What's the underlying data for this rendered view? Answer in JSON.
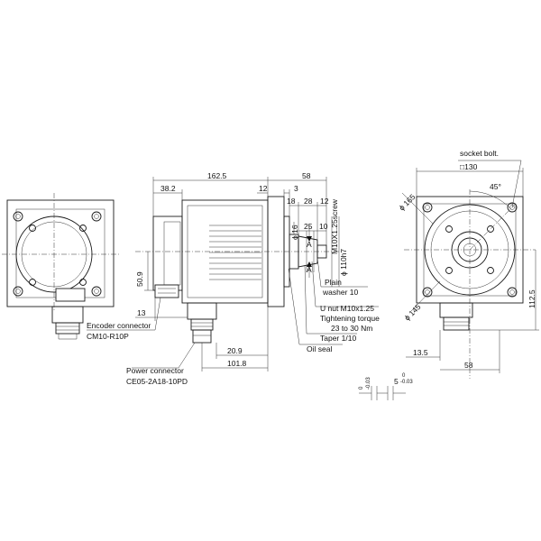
{
  "dimensions": {
    "d_162_5": "162.5",
    "d_58_top": "58",
    "d_38_2": "38.2",
    "d_12_a": "12",
    "d_3": "3",
    "d_18": "18",
    "d_28": "28",
    "d_12_b": "12",
    "d_25": "25",
    "d_10": "10",
    "d_phi16": "ϕ 16",
    "d_A1": "A",
    "d_A2": "A",
    "d_m10screw": "M10X1.25screw",
    "d_phi110": "ϕ 110h7",
    "d_50_9": "50.9",
    "d_13": "13",
    "d_20_9": "20.9",
    "d_101_8": "101.8",
    "d_sq130": "□130",
    "d_45deg": "45°",
    "d_phi165": "ϕ 165",
    "d_phi145": "ϕ 145",
    "d_112_5": "112.5",
    "d_13_5": "13.5",
    "d_58_bottom": "58",
    "d_tol_a_0": "0",
    "d_tol_a_neg": "-0.03",
    "d_tol_5": "5",
    "d_tol_b_0": "0",
    "d_tol_b_neg": "-0.03"
  },
  "callouts": {
    "socket_bolt": "socket bolt.",
    "encoder_connector": "Encoder connector",
    "encoder_part": "CM10-R10P",
    "power_connector": "Power connector",
    "power_part": "CE05-2A18-10PD",
    "plain": "Plain",
    "washer": "washer 10",
    "u_nut": "U nut M10x1.25",
    "tightening": "Tightening torque",
    "torque_range": "23 to 30 Nm",
    "taper": "Taper 1/10",
    "oil_seal": "Oil seal"
  }
}
